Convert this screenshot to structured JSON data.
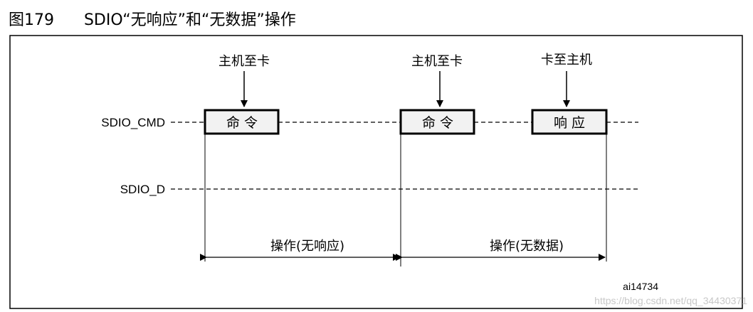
{
  "figure": {
    "number": "图179",
    "title": "SDIO“无响应”和“无数据”操作"
  },
  "signals": {
    "cmd": "SDIO_CMD",
    "data": "SDIO_D"
  },
  "annotations": {
    "host_to_card_1": "主机至卡",
    "host_to_card_2": "主机至卡",
    "card_to_host": "卡至主机"
  },
  "boxes": {
    "command_1": "命令",
    "command_2": "命令",
    "response": "响应"
  },
  "operations": {
    "no_response": "操作(无响应)",
    "no_data": "操作(无数据)"
  },
  "figure_id": "ai14734",
  "watermark": "https://blog.csdn.net/qq_34430371"
}
